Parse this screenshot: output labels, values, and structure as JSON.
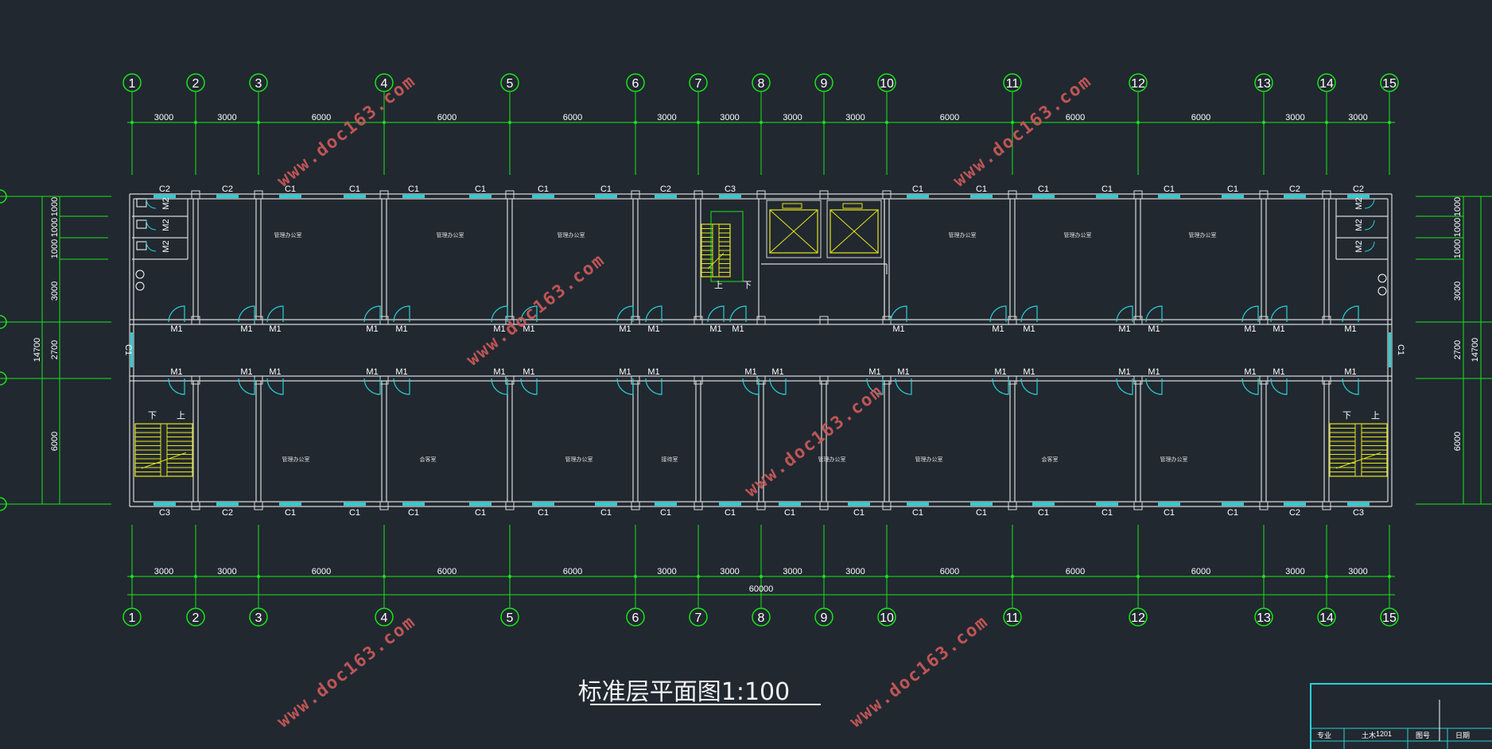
{
  "drawing": {
    "title": "标准层平面图1:100",
    "watermark": "www.doc163.com",
    "colors": {
      "background": "#212830",
      "grid": "#19e619",
      "wall": "#d8d8d8",
      "window": "#2ad0d6",
      "door": "#2ad0d6",
      "stair": "#e6e61a",
      "watermark": "#d05a5a",
      "titleblock": "#2ad0d6"
    }
  },
  "axes": {
    "numbers": [
      "1",
      "2",
      "3",
      "4",
      "5",
      "6",
      "7",
      "8",
      "9",
      "10",
      "11",
      "12",
      "13",
      "14",
      "15"
    ],
    "spacings": [
      "3000",
      "3000",
      "6000",
      "6000",
      "6000",
      "3000",
      "3000",
      "3000",
      "3000",
      "6000",
      "6000",
      "6000",
      "3000",
      "3000"
    ],
    "total": "60000",
    "side_spacings": [
      "1000",
      "1000",
      "1000",
      "3000",
      "2700",
      "6000"
    ],
    "side_total": "14700"
  },
  "windows_top": [
    "C2",
    "C2",
    "C1",
    "C1",
    "C1",
    "C1",
    "C1",
    "C1",
    "C2",
    "C3",
    "C1",
    "C1",
    "C1",
    "C1",
    "C1",
    "C1",
    "C2",
    "C2"
  ],
  "windows_bottom": [
    "C3",
    "C2",
    "C1",
    "C1",
    "C1",
    "C1",
    "C1",
    "C1",
    "C1",
    "C1",
    "C1",
    "C1",
    "C1",
    "C1",
    "C1",
    "C1",
    "C1",
    "C1",
    "C2",
    "C3"
  ],
  "window_side": "C1",
  "door_label": "M1",
  "toilet_door_label": "M2",
  "stair_up": "上",
  "stair_down": "下",
  "room_labels": {
    "office": "管理办公室",
    "meeting": "会客室",
    "reception": "接待室"
  },
  "title_block": {
    "label_a": "专业",
    "label_b": "土木",
    "value": "1201",
    "label_c": "图号",
    "label_d": "日期"
  }
}
